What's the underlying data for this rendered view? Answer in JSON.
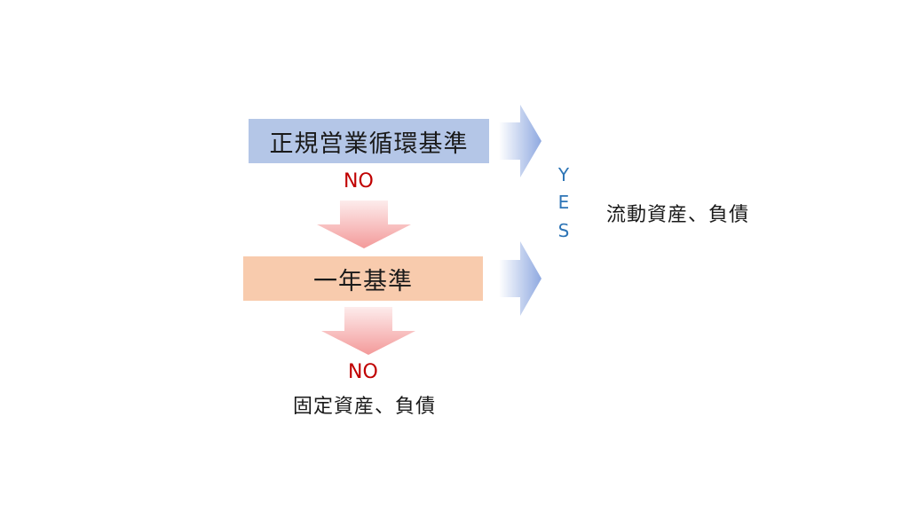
{
  "diagram": {
    "criterion_1": "正規営業循環基準",
    "criterion_2": "一年基準",
    "no_label_1": "NO",
    "no_label_2": "NO",
    "yes_letters": [
      "Y",
      "E",
      "S"
    ],
    "yes_result": "流動資産、負債",
    "no_result": "固定資産、負債",
    "colors": {
      "criterion_1_fill": "#b4c6e7",
      "criterion_2_fill": "#f8cbad",
      "no_text": "#c00000",
      "yes_text": "#2e75b6",
      "down_arrow": "#f4a6a6",
      "right_arrow": "#8fa9e0"
    }
  }
}
